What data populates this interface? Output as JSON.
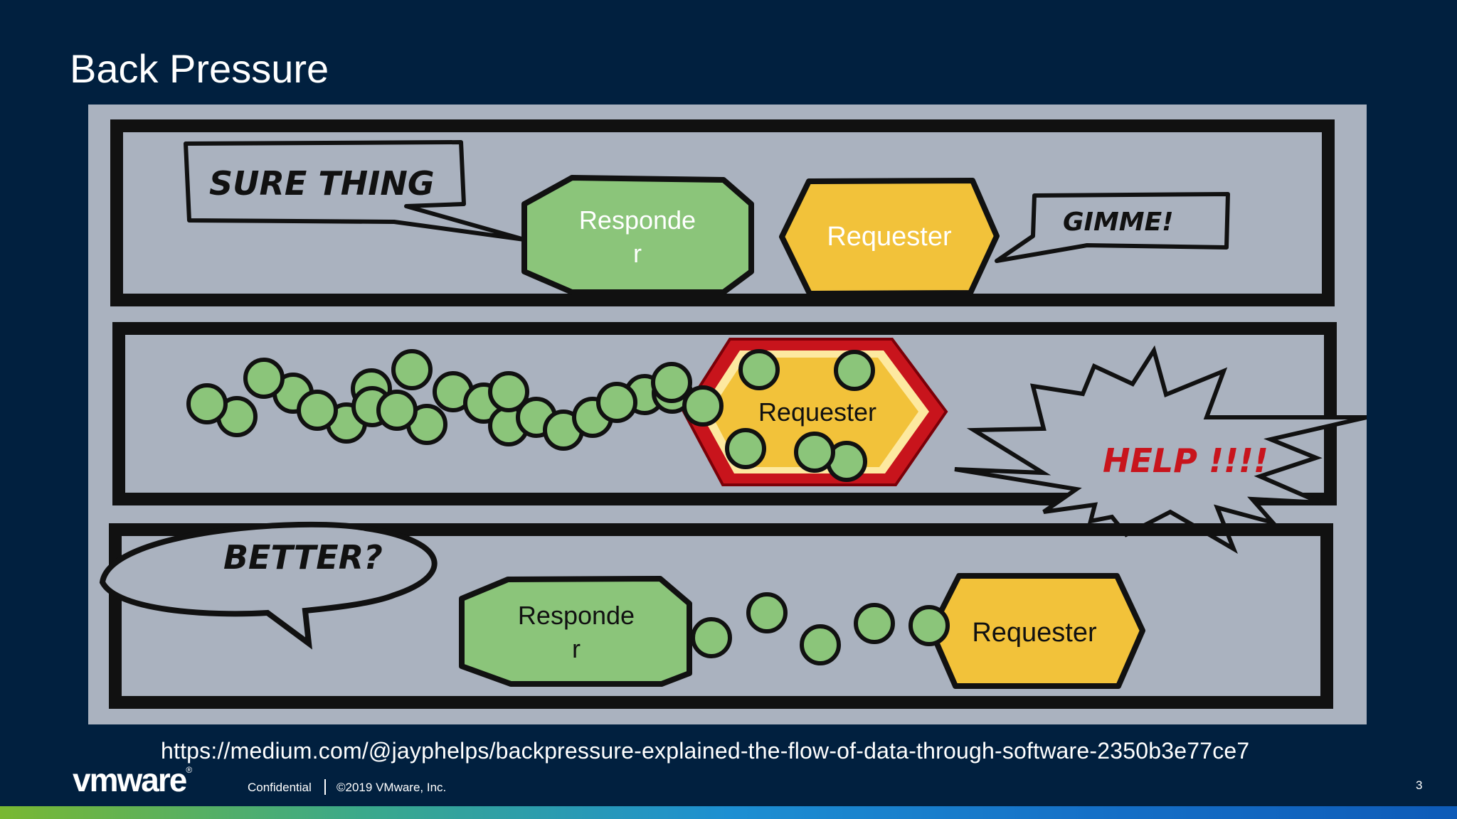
{
  "slide": {
    "title": "Back Pressure",
    "url": "https://medium.com/@jayphelps/backpressure-explained-the-flow-of-data-through-software-2350b3e77ce7",
    "logo": "vmware",
    "confidential": "Confidential",
    "copyright": "©2019 VMware, Inc.",
    "page_number": "3"
  },
  "comic": {
    "panel1": {
      "bubble_left": "SURE THING",
      "responder_line1": "Responde",
      "responder_line2": "r",
      "requester": "Requester",
      "bubble_right": "GIMME!"
    },
    "panel2": {
      "requester": "Requester",
      "shout": "HELP !!!!"
    },
    "panel3": {
      "bubble": "BETTER?",
      "responder_line1": "Responde",
      "responder_line2": "r",
      "requester": "Requester"
    }
  },
  "colors": {
    "background": "#01203f",
    "panel_bg": "#aab2bf",
    "responder_green": "#8bc57a",
    "requester_yellow": "#f2c23a",
    "alarm_red": "#c8141c",
    "help_text": "#c8141c"
  }
}
